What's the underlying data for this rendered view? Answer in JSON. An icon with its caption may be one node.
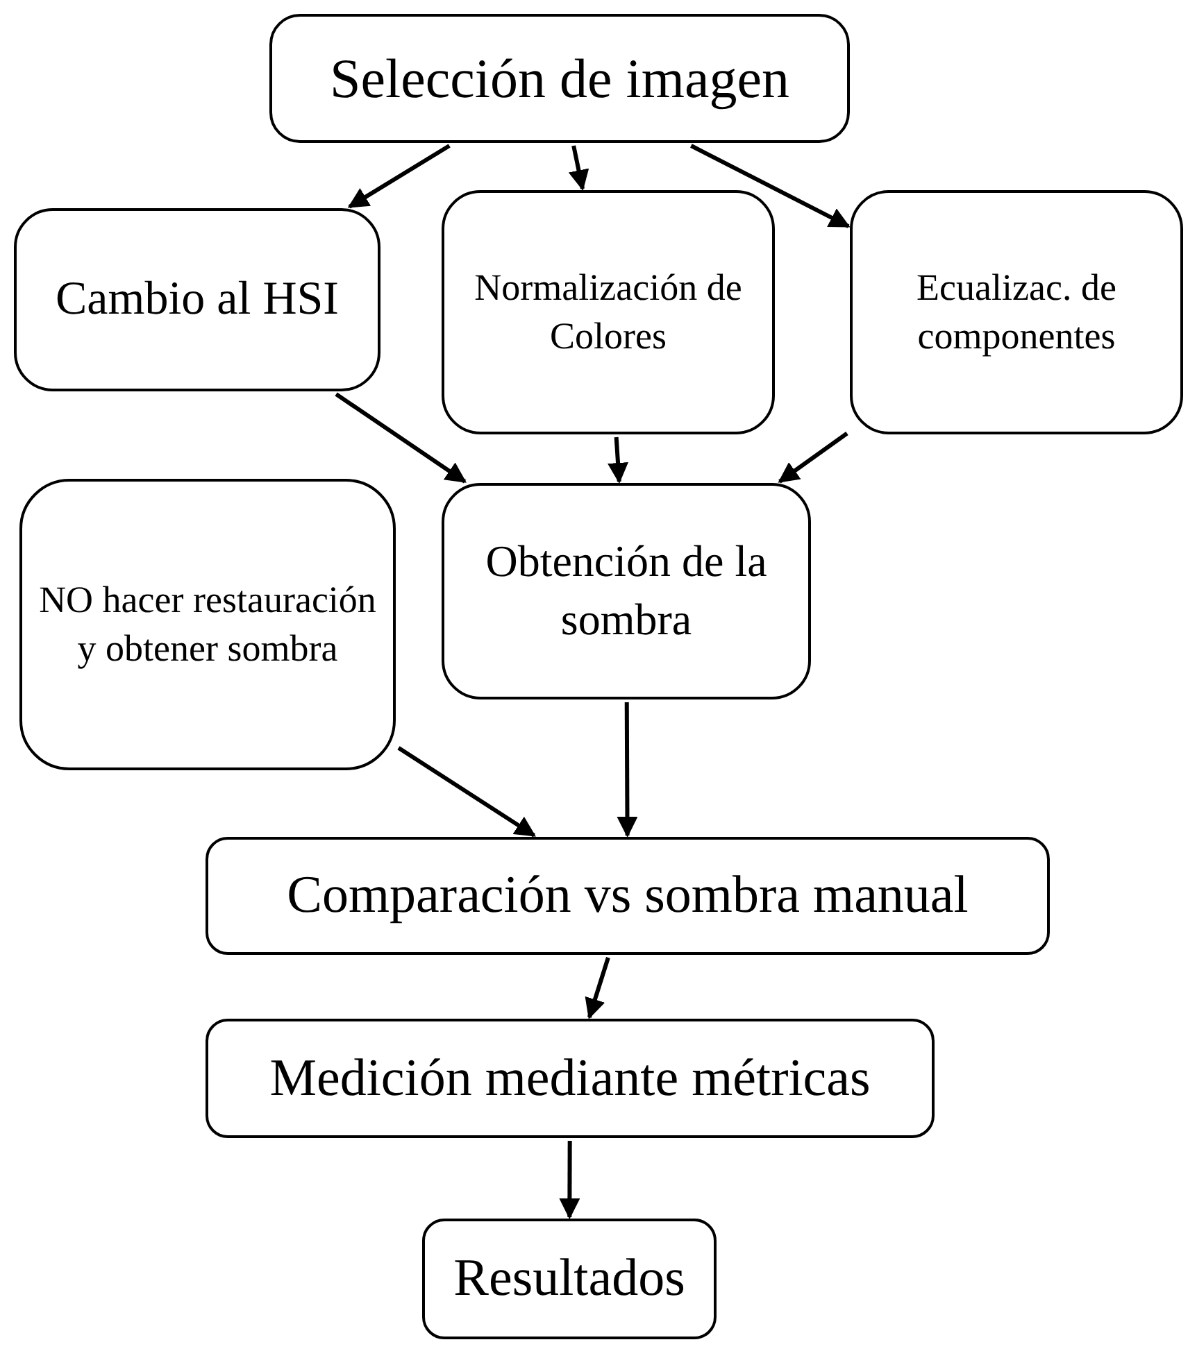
{
  "diagram": {
    "nodes": [
      {
        "text": [
          "Selección de imagen"
        ]
      },
      {
        "text": [
          "Cambio al HSI"
        ]
      },
      {
        "text": [
          "Normalización de Colores"
        ]
      },
      {
        "text": [
          "Ecualizac. de componentes"
        ]
      },
      {
        "text": [
          "NO hacer restauración y obtener sombra"
        ]
      },
      {
        "text": [
          "Obtención de la sombra"
        ]
      },
      {
        "text": [
          "Comparación vs sombra manual"
        ]
      },
      {
        "text": [
          "Medición mediante métricas"
        ]
      },
      {
        "text": [
          "Resultados"
        ]
      }
    ],
    "edges": [
      {
        "from": 0,
        "to": 1,
        "arrow": "to"
      },
      {
        "from": 0,
        "to": 2,
        "arrow": "to"
      },
      {
        "from": 0,
        "to": 3,
        "arrow": "to"
      },
      {
        "from": 1,
        "to": 5,
        "arrow": "to"
      },
      {
        "from": 2,
        "to": 5,
        "arrow": "to"
      },
      {
        "from": 3,
        "to": 5,
        "arrow": "to"
      },
      {
        "from": 4,
        "to": 6,
        "arrow": "to"
      },
      {
        "from": 5,
        "to": 6,
        "arrow": "to"
      },
      {
        "from": 6,
        "to": 7,
        "arrow": "to"
      },
      {
        "from": 7,
        "to": 8,
        "arrow": "to"
      }
    ]
  }
}
